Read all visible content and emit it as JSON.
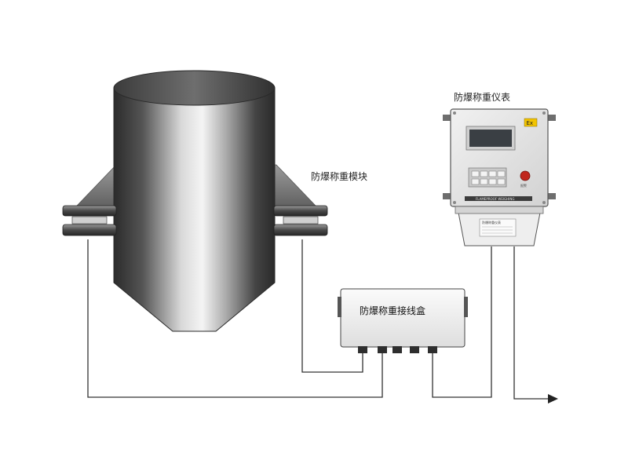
{
  "labels": {
    "weighing_module": "防爆称重模块",
    "weighing_indicator": "防爆称重仪表",
    "junction_box": "防爆称重接线盒"
  },
  "indicator": {
    "brand_strip": "FLAMEPROOF WEIGHING",
    "alarm_button_caption": "报警",
    "nameplate_title": "防爆称重仪表",
    "ex_mark": "Ex"
  },
  "colors": {
    "tank_dark": "#2e2e2e",
    "tank_light": "#f2f2f2",
    "enclosure": "#e6e6e6",
    "display_screen": "#3a3f44",
    "alarm_button": "#c0261d",
    "ex_badge": "#f2c400",
    "wire": "#333333"
  }
}
